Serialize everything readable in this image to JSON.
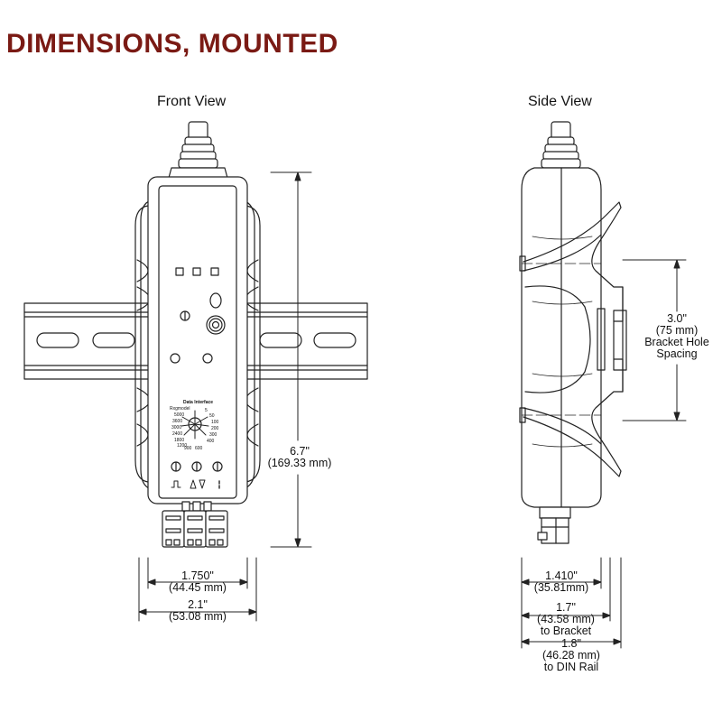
{
  "title": "DIMENSIONS, MOUNTED",
  "accent_color": "#7a1a14",
  "front_view": {
    "label": "Front View",
    "height_dim": {
      "line1": "6.7\"",
      "line2": "(169.33 mm)"
    },
    "width_inner_dim": {
      "line1": "1.750\"",
      "line2": "(44.45 mm)"
    },
    "width_outer_dim": {
      "line1": "2.1\"",
      "line2": "(53.08 mm)"
    },
    "dial": {
      "title": "Data Interface",
      "header": "Rxgmodel",
      "labels": [
        "5000",
        "5",
        "3600",
        "50",
        "3000",
        "100",
        "2400",
        "200",
        "1800",
        "300",
        "1200",
        "400",
        "900",
        "600"
      ]
    },
    "icons": [
      "pulse-icon",
      "analog-icon",
      "current-icon"
    ]
  },
  "side_view": {
    "label": "Side View",
    "bracket_dim": {
      "line1": "3.0\"",
      "line2": "(75 mm)",
      "line3": "Bracket Hole",
      "line4": "Spacing"
    },
    "depth_dim_1": {
      "line1": "1.410\"",
      "line2": "(35.81mm)"
    },
    "depth_dim_2": {
      "line1": "1.7\"",
      "line2": "(43.58 mm)",
      "line3": "to Bracket"
    },
    "depth_dim_3": {
      "line1": "1.8\"",
      "line2": "(46.28 mm)",
      "line3": "to DIN Rail"
    }
  }
}
